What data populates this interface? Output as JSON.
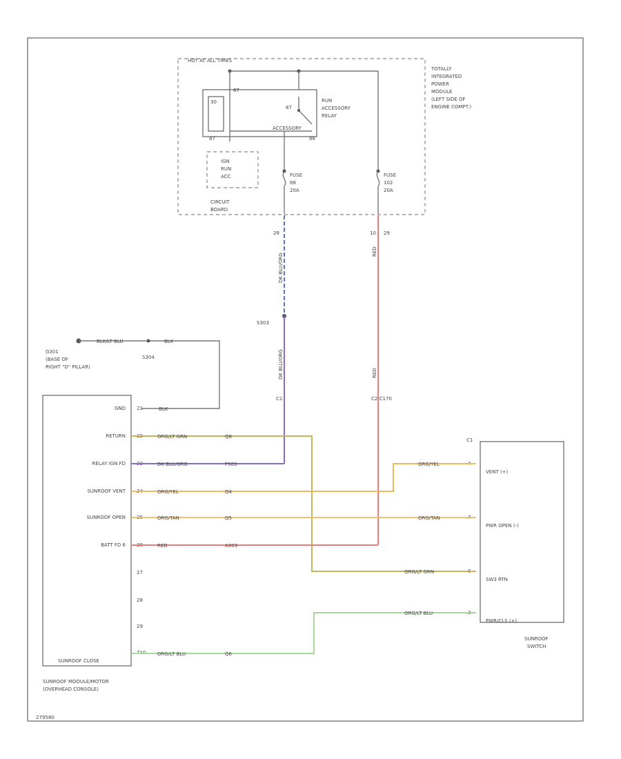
{
  "fuse_box": {
    "header": "HOT AT ALL TIMES",
    "name_lines": [
      "TOTALLY",
      "INTEGRATED",
      "POWER",
      "MODULE",
      "(LEFT SIDE OF",
      "ENGINE COMPT.)"
    ],
    "relay_label_lines": [
      "RUN",
      "ACCESSORY",
      "RELAY"
    ],
    "relay_pin_top": "87",
    "relay_pin_bottom": "87",
    "relay_pin_mid": "86",
    "relay_coil_label": "ACCESSORY",
    "relay_pin_left": "30",
    "ign_lines": [
      "IGN",
      "RUN",
      "ACC"
    ],
    "circuit_board_lines": [
      "CIRCUIT",
      "BOARD"
    ],
    "fuse1_lines": [
      "FUSE",
      "88",
      "20A"
    ],
    "fuse2_lines": [
      "FUSE",
      "102",
      "20A"
    ],
    "fuse1_pin": "28",
    "fuse2_pin": "29",
    "fuse2_pin_b": "10"
  },
  "splice": {
    "label": "S303"
  },
  "ground": {
    "location_lines": [
      "G301",
      "(BASE OF",
      "RIGHT \"D\" PILLAR)"
    ],
    "wire_color": "BLK/LT BLU",
    "wire_color_2": "BLK",
    "splice": "S304"
  },
  "connectors": {
    "left_c1": "C1",
    "right_c1": "C1",
    "right_c2": "C2 C170"
  },
  "vertical_wire_labels": {
    "blue_upper": "DK BLU/ORG",
    "blue_lower": "DK BLU/ORG",
    "red_upper": "RED",
    "red_lower": "RED"
  },
  "module": {
    "title_lines": [
      "SUNROOF MODULE/MOTOR",
      "(OVERHEAD CONSOLE)"
    ],
    "footer": "SUNROOF CLOSE",
    "pins": [
      {
        "name": "GND",
        "pin": "21",
        "wire": "BLK",
        "circuit": ""
      },
      {
        "name": "RETURN",
        "pin": "22",
        "wire": "ORG/LT GRN",
        "circuit": "Q8"
      },
      {
        "name": "RELAY IGN FD",
        "pin": "23",
        "wire": "DK BLU/ORG",
        "circuit": "F503"
      },
      {
        "name": "SUNROOF VENT",
        "pin": "24",
        "wire": "ORG/YEL",
        "circuit": "Q4"
      },
      {
        "name": "SUNROOF OPEN",
        "pin": "25",
        "wire": "ORG/TAN",
        "circuit": "Q5"
      },
      {
        "name": "BATT FD 6",
        "pin": "26",
        "wire": "RED",
        "circuit": "A303"
      },
      {
        "name": "",
        "pin": "27",
        "wire": "",
        "circuit": ""
      },
      {
        "name": "",
        "pin": "28",
        "wire": "",
        "circuit": ""
      },
      {
        "name": "",
        "pin": "29",
        "wire": "",
        "circuit": ""
      },
      {
        "name": "",
        "pin": "710",
        "wire": "ORG/LT BLU",
        "circuit": "Q6"
      }
    ]
  },
  "switch": {
    "title_lines": [
      "SUNROOF",
      "SWITCH"
    ],
    "pins": [
      {
        "name": "VENT (+)",
        "pin": "4",
        "wire": "ORG/YEL"
      },
      {
        "name": "PWR OPEN (-)",
        "pin": "7",
        "wire": "ORG/TAN"
      },
      {
        "name": "SW3 RTN",
        "pin": "6",
        "wire": "ORG/LT GRN"
      },
      {
        "name": "PWR/CLS (+)",
        "pin": "2",
        "wire": "ORG/LT BLU"
      }
    ]
  },
  "footer_code": "279580",
  "colors": {
    "blue": "#5a72c8",
    "purple": "#8a6ac8",
    "red": "#f07a7a",
    "orange_green": "#c8b25a",
    "orange_yellow": "#f0b85a",
    "orange_tan": "#f0c070",
    "orange_blue": "#a8d8a0",
    "black": "#555555"
  }
}
